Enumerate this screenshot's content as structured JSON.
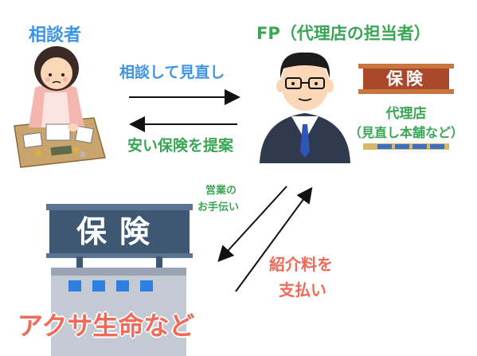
{
  "labels": {
    "consultant": "相談者",
    "fp": "FP（代理店の担当者）",
    "review": "相談して見直し",
    "proposal": "安い保険を提案",
    "shop_sign": "保険",
    "shop_name": "代理店",
    "shop_example": "（見直し本舗など）",
    "sales_help": "営業の",
    "sales_help2": "お手伝い",
    "fee": "紹介料を",
    "fee2": "支払い",
    "insurer_sign": "保険",
    "insurer_name": "アクサ生命など"
  },
  "colors": {
    "blue_label": "#3d94e0",
    "green_label": "#3aa655",
    "red_label": "#ef6a59",
    "arrow": "#111111"
  }
}
